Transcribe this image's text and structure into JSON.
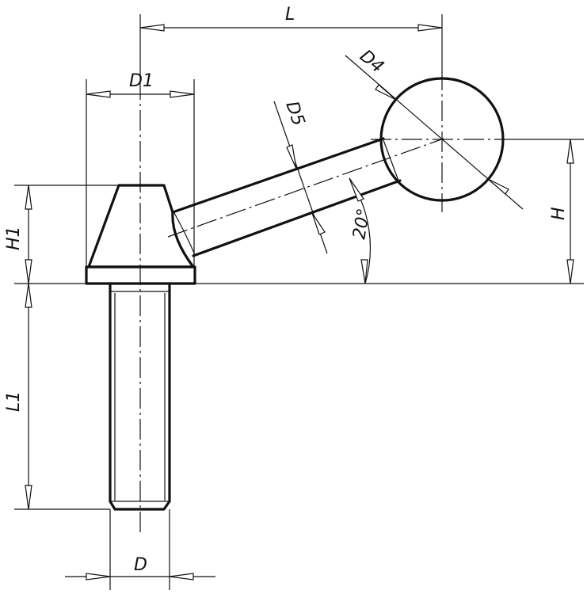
{
  "dimensions": {
    "L": "L",
    "D1": "D1",
    "D4": "D4",
    "D5": "D5",
    "H": "H",
    "H1": "H1",
    "L1": "L1",
    "D": "D",
    "angle": "20°"
  }
}
